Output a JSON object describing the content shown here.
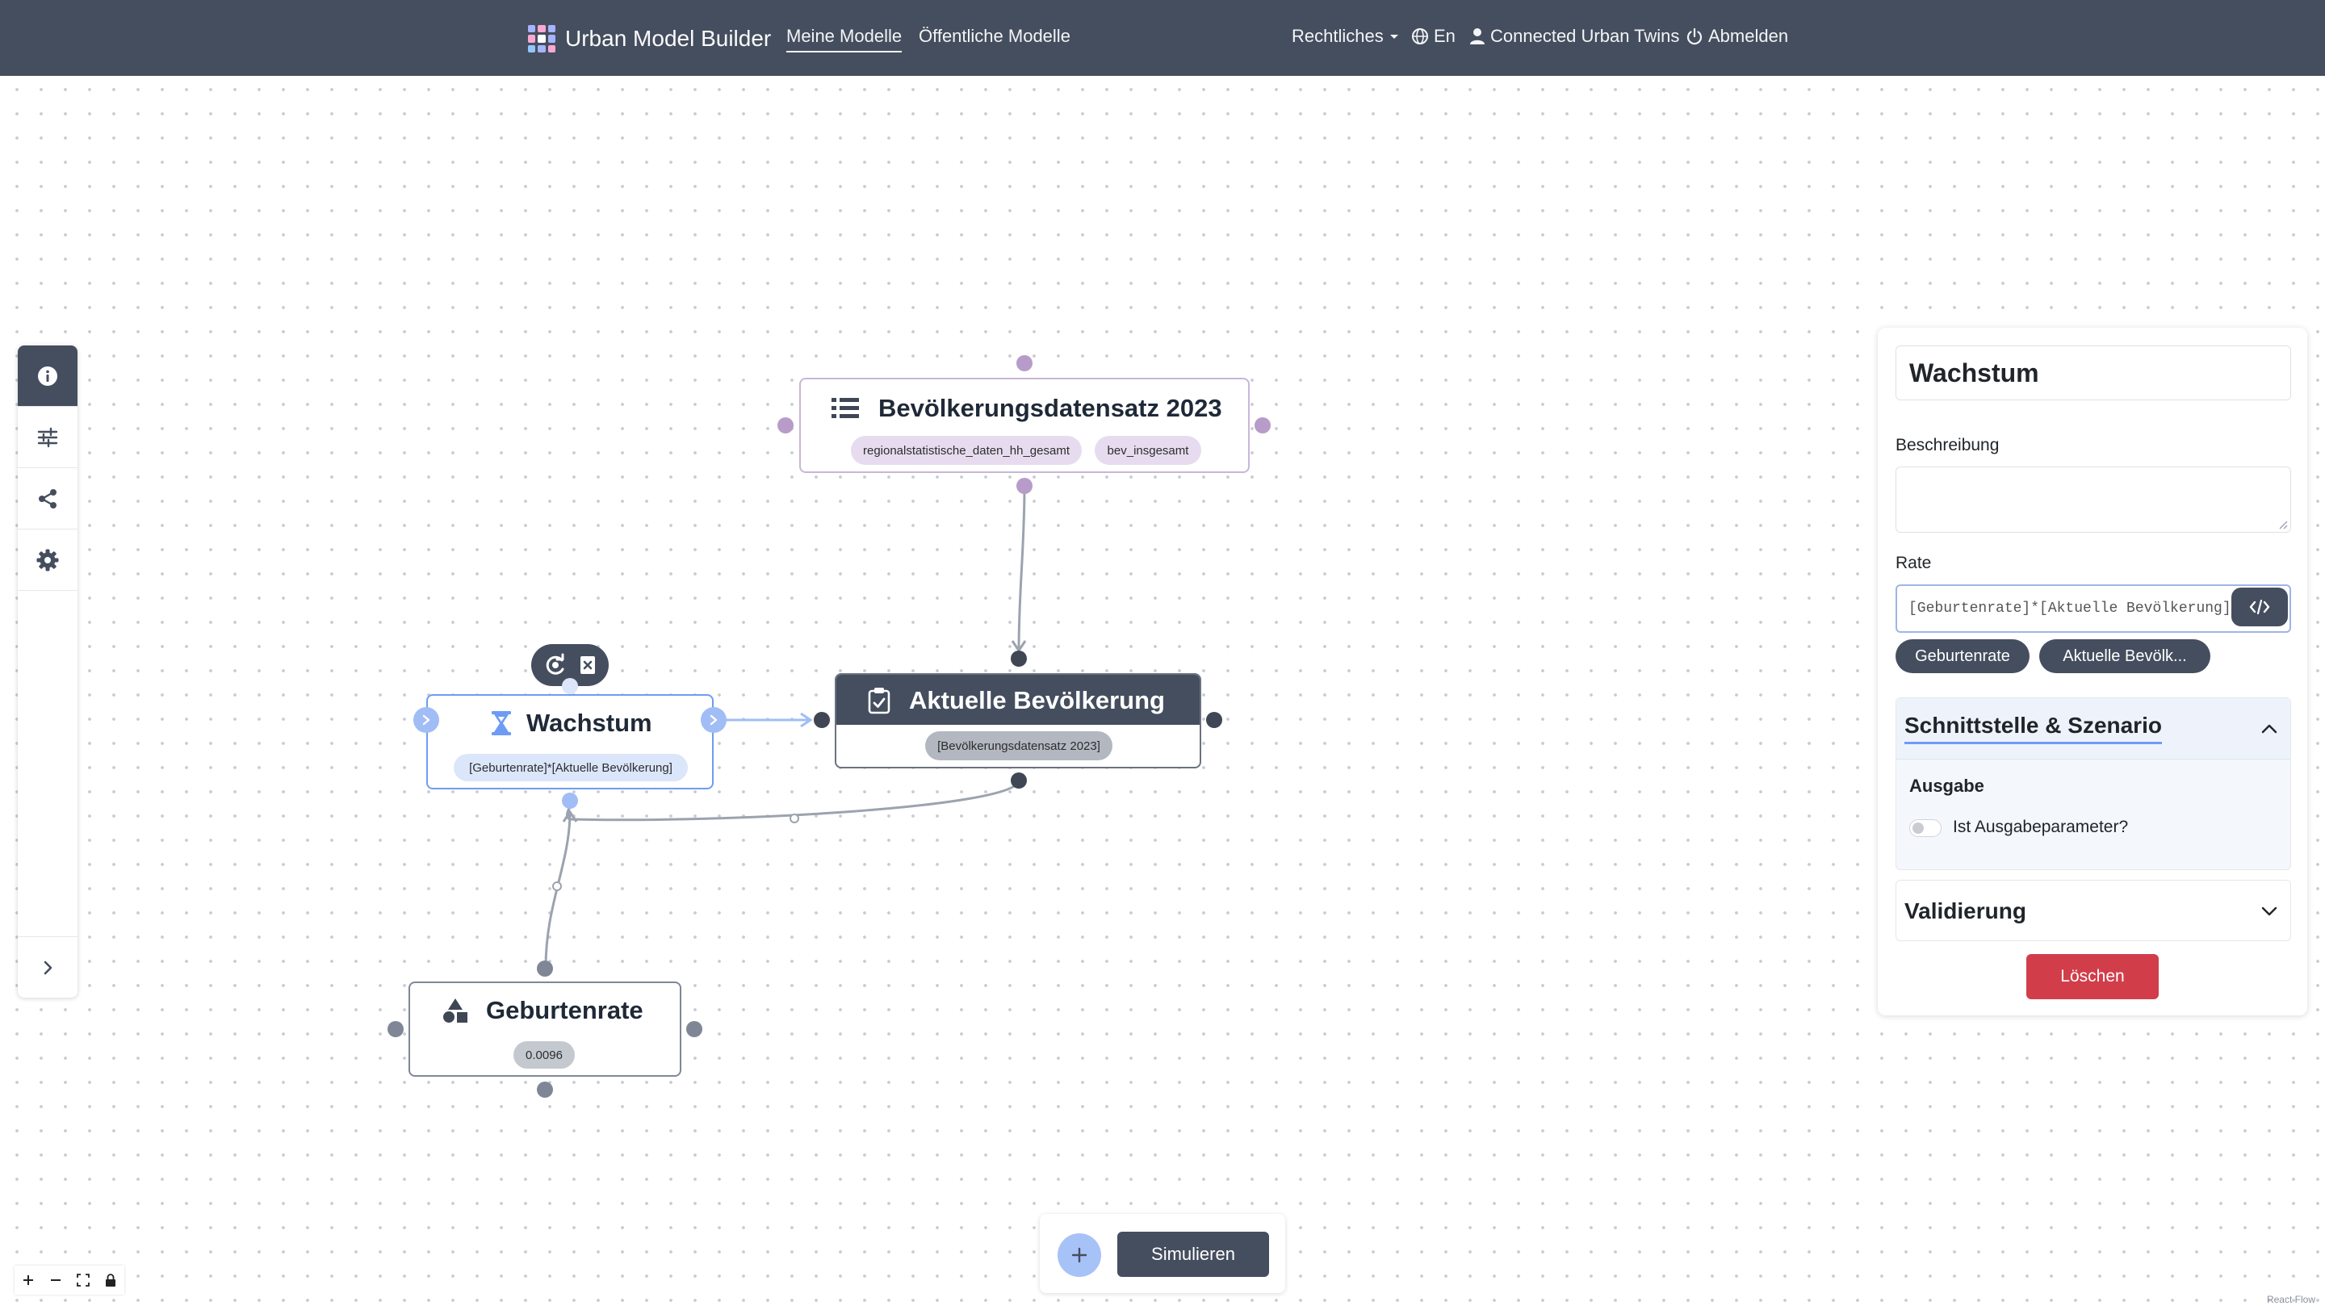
{
  "navbar": {
    "brand": "Urban Model Builder",
    "links": [
      "Meine Modelle",
      "Öffentliche Modelle"
    ],
    "legal": "Rechtliches",
    "language": "En",
    "user": "Connected Urban Twins",
    "logout": "Abmelden"
  },
  "nodes": {
    "dataset": {
      "title": "Bevölkerungsdatensatz 2023",
      "chips": [
        "regionalstatistische_daten_hh_gesamt",
        "bev_insgesamt"
      ],
      "icon": "list-icon"
    },
    "population": {
      "title": "Aktuelle Bevölkerung",
      "chip": "[Bevölkerungsdatensatz 2023]",
      "icon": "clipboard-check-icon"
    },
    "growth": {
      "title": "Wachstum",
      "chip": "[Geburtenrate]*[Aktuelle Bevölkerung]",
      "icon": "hourglass-icon"
    },
    "birthrate": {
      "title": "Geburtenrate",
      "chip": "0.0096",
      "icon": "shapes-icon"
    }
  },
  "panel": {
    "name": "Wachstum",
    "description_label": "Beschreibung",
    "description_value": "",
    "rate_label": "Rate",
    "rate_value": "[Geburtenrate]*[Aktuelle Bevölkerung]",
    "variables": [
      "Geburtenrate",
      "Aktuelle Bevölk..."
    ],
    "interface_section": "Schnittstelle & Szenario",
    "output_label": "Ausgabe",
    "output_toggle_label": "Ist Ausgabeparameter?",
    "validation_section": "Validierung",
    "delete_label": "Löschen"
  },
  "bottom": {
    "simulate": "Simulieren"
  },
  "attribution": "React Flow",
  "colors": {
    "navbar": "#454e5e",
    "selected": "#6e9cf5",
    "dataset": "#c8b6d8",
    "danger": "#d13e4a"
  }
}
